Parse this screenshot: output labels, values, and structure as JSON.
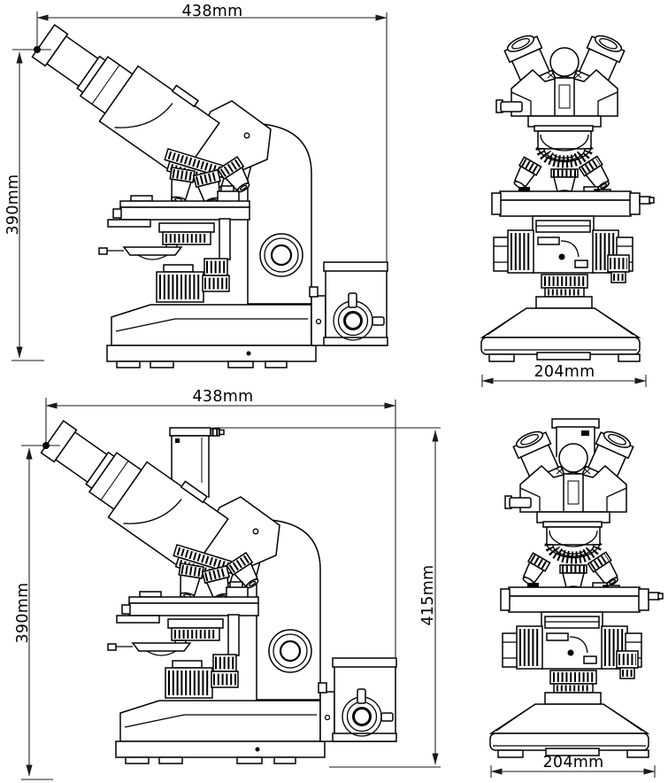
{
  "colors": {
    "line": "#000000",
    "background": "#ffffff",
    "dimension_line": "#1a1a1a"
  },
  "figures": {
    "fig1": {
      "dims": {
        "width": {
          "value": "438",
          "unit": "mm"
        },
        "height": {
          "value": "390",
          "unit": "mm"
        },
        "front_base_width": {
          "value": "204",
          "unit": "mm"
        }
      }
    },
    "fig2": {
      "dims": {
        "width": {
          "value": "438",
          "unit": "mm"
        },
        "height": {
          "value": "390",
          "unit": "mm"
        },
        "overall_height": {
          "value": "415",
          "unit": "mm"
        },
        "front_base_width": {
          "value": "204",
          "unit": "mm"
        }
      }
    }
  }
}
